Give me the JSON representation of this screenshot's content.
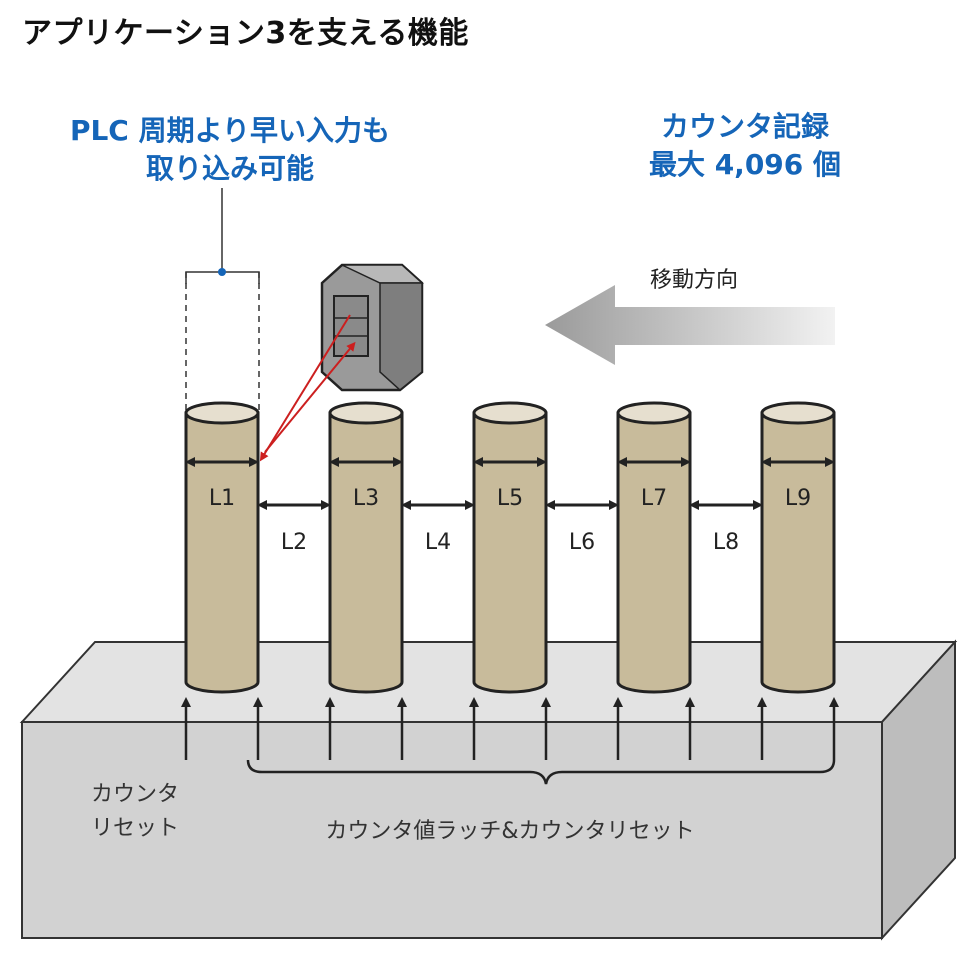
{
  "title": "アプリケーション3を支える機能",
  "callout_left": {
    "line1": "PLC 周期より早い入力も",
    "line2": "取り込み可能"
  },
  "callout_right": {
    "line1": "カウンタ記録",
    "line2": "最大 4,096 個"
  },
  "direction_label": "移動方向",
  "lengths": [
    "L1",
    "L2",
    "L3",
    "L4",
    "L5",
    "L6",
    "L7",
    "L8",
    "L9"
  ],
  "reset_label": {
    "line1": "カウンタ",
    "line2": "リセット"
  },
  "latch_label": "カウンタ値ラッチ&カウンタリセット",
  "colors": {
    "accent_blue": "#1565b8",
    "cylinder": "#c8bb9b",
    "cylinder_top": "#e6dfcf",
    "base": "#d2d2d2",
    "sensor": "#9a9a9a",
    "laser": "#cc1f1f"
  }
}
